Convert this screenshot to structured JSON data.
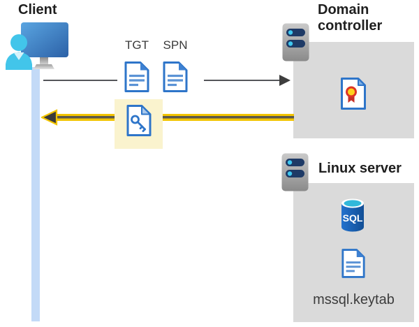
{
  "client": {
    "label": "Client"
  },
  "tickets": {
    "tgt_label": "TGT",
    "spn_label": "SPN"
  },
  "domain_controller": {
    "label": "Domain controller"
  },
  "linux_server": {
    "label": "Linux server",
    "database_label": "SQL",
    "keytab_file": "mssql.keytab"
  },
  "icons": {
    "client": "user-at-monitor-icon",
    "tgt": "document-icon",
    "spn": "document-icon",
    "service_ticket": "key-document-icon",
    "domain_controller": "server-icon",
    "certificate": "certificate-document-icon",
    "linux_server": "server-icon",
    "database": "sql-database-icon",
    "keytab": "document-icon"
  },
  "colors": {
    "arrow_yellow": "#f2c400",
    "arrow_gray": "#55565a",
    "highlight_yellow": "#faf3ce",
    "box_gray": "#dadada",
    "doc_blue": "#2e75c9",
    "timeline_blue": "#c3daf7",
    "person_cyan": "#42c5ea",
    "sql_blue": "#1a5fb4",
    "sql_top_cyan": "#31b8da"
  }
}
